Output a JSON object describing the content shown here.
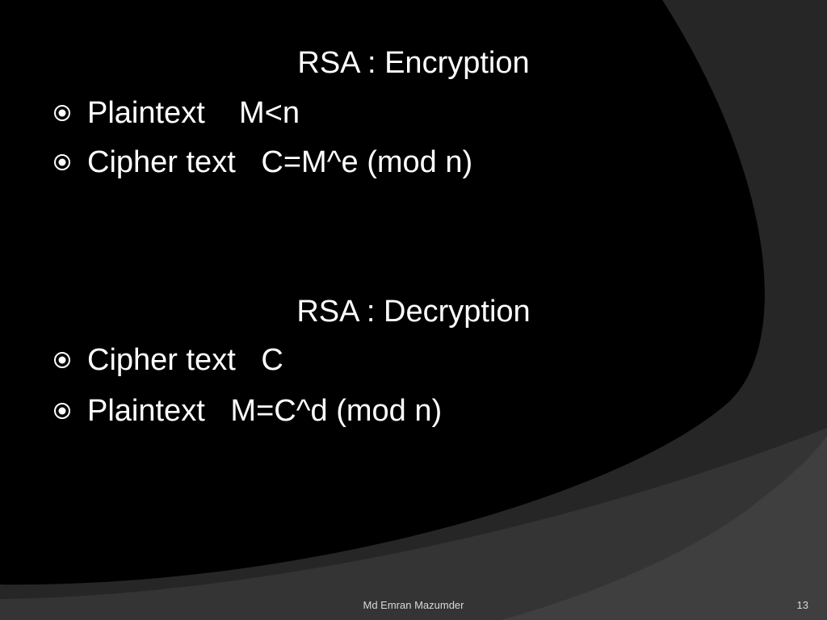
{
  "slide": {
    "sections": [
      {
        "heading": "RSA : Encryption",
        "bullets": [
          "Plaintext    M<n",
          "Cipher text   C=M^e (mod n)"
        ]
      },
      {
        "heading": "RSA : Decryption",
        "bullets": [
          "Cipher text   C",
          "Plaintext   M=C^d (mod n)"
        ]
      }
    ],
    "bullet_icon": "radio-bullet-icon"
  },
  "footer": {
    "author": "Md Emran Mazumder",
    "page_number": "13"
  },
  "colors": {
    "background": "#000000",
    "accent_arc_dark": "#242424",
    "accent_arc_mid": "#333333",
    "accent_arc_light": "#4a4a4a",
    "text": "#ffffff",
    "footer_text": "#d8d8d8"
  }
}
